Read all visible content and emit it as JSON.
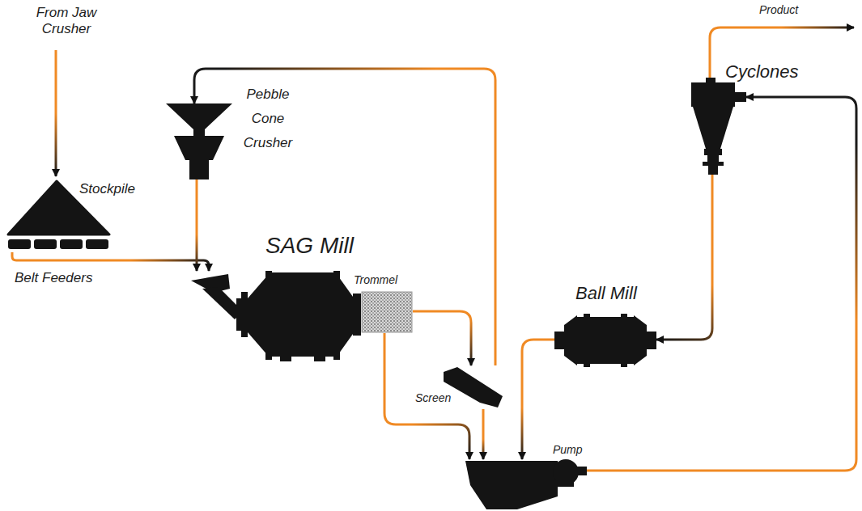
{
  "diagram": {
    "nodes": [
      {
        "text": [
          "Stockpile"
        ]
      },
      {
        "text": [
          "Pebble Cone Crusher"
        ]
      },
      {
        "text": [
          "SAG Mill"
        ]
      },
      {
        "text": [
          "Trommel"
        ]
      },
      {
        "text": [
          "Screen"
        ]
      },
      {
        "text": [
          "Pump"
        ]
      },
      {
        "text": [
          "Ball Mill"
        ]
      },
      {
        "text": [
          "Cyclones"
        ]
      }
    ],
    "edges": [
      {
        "from": 0,
        "to": 2,
        "arrow": "to"
      },
      {
        "from": 1,
        "to": 2,
        "arrow": "to"
      },
      {
        "from": 3,
        "to": 4,
        "arrow": "to"
      },
      {
        "from": 3,
        "to": 5,
        "arrow": "to"
      },
      {
        "from": 4,
        "to": 5,
        "arrow": "to"
      },
      {
        "from": 4,
        "to": 1,
        "arrow": "to"
      },
      {
        "from": 6,
        "to": 5,
        "arrow": "to"
      },
      {
        "from": 5,
        "to": 7,
        "arrow": "to"
      },
      {
        "from": 7,
        "to": 6,
        "arrow": "to"
      }
    ],
    "labels": [
      "From Jaw Crusher",
      "Belt Feeders",
      "Product"
    ]
  }
}
